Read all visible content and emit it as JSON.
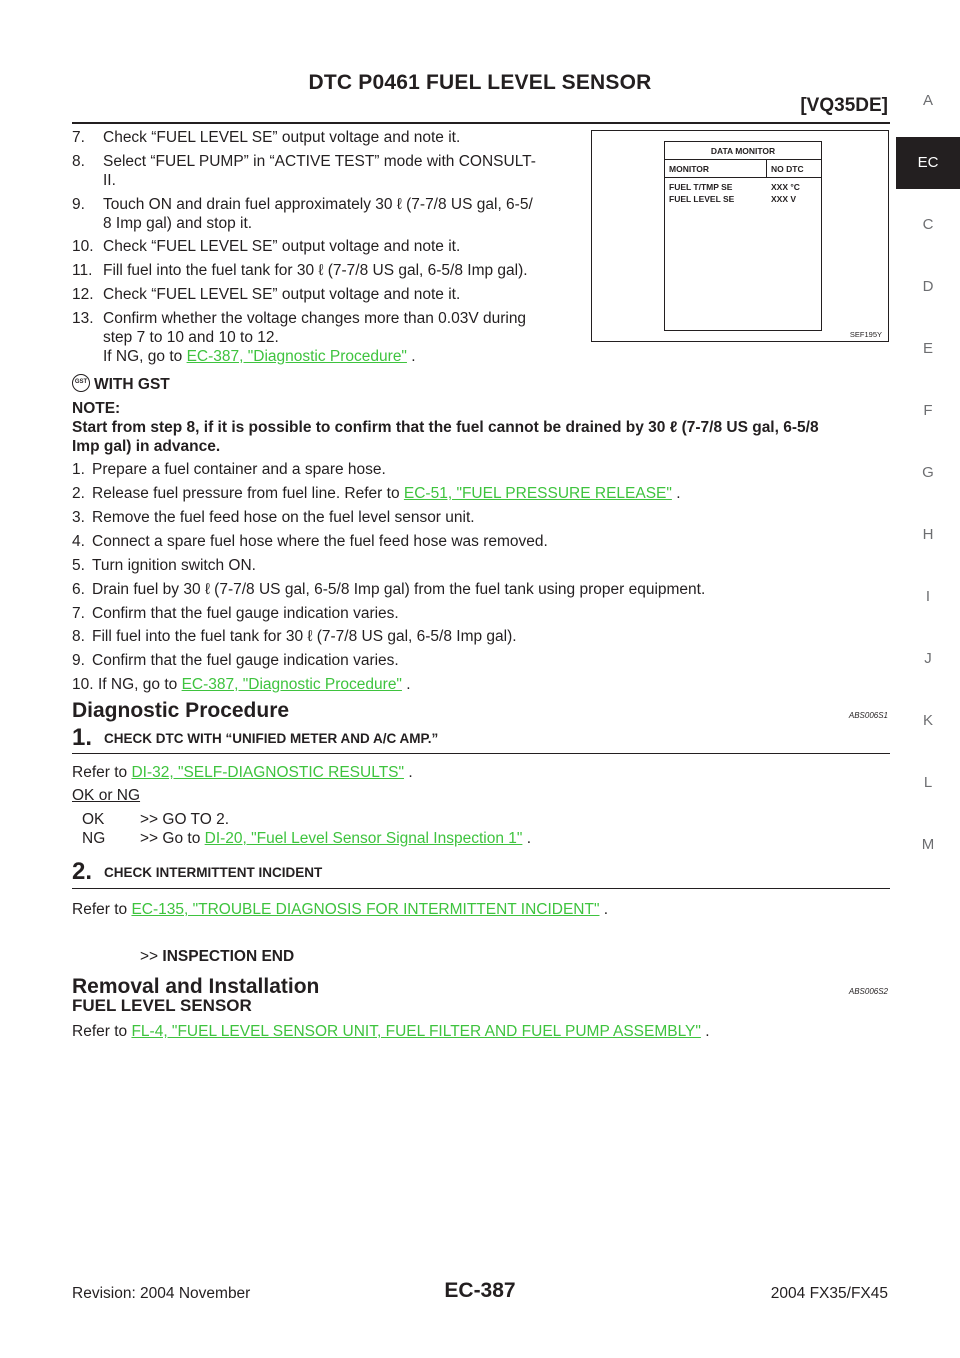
{
  "header": {
    "title": "DTC P0461 FUEL LEVEL SENSOR",
    "engine": "[VQ35DE]"
  },
  "tabs": [
    "A",
    "EC",
    "C",
    "D",
    "E",
    "F",
    "G",
    "H",
    "I",
    "J",
    "K",
    "L",
    "M"
  ],
  "consult": {
    "steps": [
      {
        "n": "7.",
        "lines": [
          "Check “FUEL LEVEL SE” output voltage and note it."
        ]
      },
      {
        "n": "8.",
        "lines": [
          "Select “FUEL PUMP” in “ACTIVE TEST” mode with CONSULT-",
          "II."
        ]
      },
      {
        "n": "9.",
        "lines": [
          "Touch ON and drain fuel approximately 30 ℓ (7-7/8 US gal, 6-5/",
          "8 Imp gal) and stop it."
        ]
      },
      {
        "n": "10.",
        "lines": [
          "Check “FUEL LEVEL SE” output voltage and note it."
        ]
      },
      {
        "n": "11.",
        "lines": [
          "Fill fuel into the fuel tank for 30 ℓ (7-7/8 US gal, 6-5/8 Imp gal)."
        ]
      },
      {
        "n": "12.",
        "lines": [
          "Check “FUEL LEVEL SE” output voltage and note it."
        ]
      },
      {
        "n": "13.",
        "lines": [
          "Confirm whether the voltage changes more than 0.03V during",
          "step 7 to 10 and 10 to 12."
        ]
      }
    ],
    "ng_prefix": "If NG, go to",
    "ng_link": "EC-387, \"Diagnostic Procedure\"",
    "ng_suffix": "."
  },
  "figure": {
    "title": "DATA MONITOR",
    "col1": "MONITOR",
    "col2": "NO DTC",
    "rows": [
      {
        "label": "FUEL T/TMP SE",
        "value": "XXX °C"
      },
      {
        "label": "FUEL LEVEL SE",
        "value": "XXX V"
      }
    ],
    "id": "SEF195Y"
  },
  "gst": {
    "icon": "GST",
    "heading": "WITH GST",
    "note_label": "NOTE:",
    "note_line1": "Start from step 8, if it is possible to confirm that the fuel cannot be drained by 30 ℓ (7-7/8 US gal, 6-5/8",
    "note_line2": "Imp gal) in advance.",
    "steps": [
      {
        "n": "1.",
        "text": "Prepare a fuel container and a spare hose."
      },
      {
        "n": "2.",
        "text": "Release fuel pressure from fuel line. Refer to",
        "link": "EC-51, \"FUEL PRESSURE RELEASE\"",
        "suffix": "."
      },
      {
        "n": "3.",
        "text": "Remove the fuel feed hose on the fuel level sensor unit."
      },
      {
        "n": "4.",
        "text": "Connect a spare fuel hose where the fuel feed hose was removed."
      },
      {
        "n": "5.",
        "text": "Turn ignition switch ON."
      },
      {
        "n": "6.",
        "text": "Drain fuel by 30 ℓ (7-7/8 US gal, 6-5/8 Imp gal) from the fuel tank using proper equipment."
      },
      {
        "n": "7.",
        "text": "Confirm that the fuel gauge indication varies."
      },
      {
        "n": "8.",
        "text": "Fill fuel into the fuel tank for 30 ℓ (7-7/8 US gal, 6-5/8 Imp gal)."
      },
      {
        "n": "9.",
        "text": "Confirm that the fuel gauge indication varies."
      },
      {
        "n": "10.",
        "text": "If NG, go to",
        "link": "EC-387, \"Diagnostic Procedure\"",
        "suffix": "."
      }
    ]
  },
  "diag": {
    "title": "Diagnostic Procedure",
    "code": "ABS006S1",
    "step1": {
      "num": "1.",
      "title": "CHECK DTC WITH “UNIFIED METER AND A/C AMP.”",
      "refer": "Refer to",
      "link": "DI-32, \"SELF-DIAGNOSTIC RESULTS\"",
      "suffix": ".",
      "okng": "OK or NG",
      "ok_label": "OK",
      "ok_text": ">> GO TO 2.",
      "ng_label": "NG",
      "ng_text": ">> Go to",
      "ng_link": "DI-20, \"Fuel Level Sensor Signal Inspection 1\"",
      "ng_suffix": "."
    },
    "step2": {
      "num": "2.",
      "title": "CHECK INTERMITTENT INCIDENT",
      "refer": "Refer to",
      "link": "EC-135, \"TROUBLE DIAGNOSIS FOR INTERMITTENT INCIDENT\"",
      "suffix": ".",
      "end_prefix": ">>",
      "end_text": "INSPECTION END"
    }
  },
  "removal": {
    "title": "Removal and Installation",
    "code": "ABS006S2",
    "subtitle": "FUEL LEVEL SENSOR",
    "refer": "Refer to",
    "link": "FL-4, \"FUEL LEVEL SENSOR UNIT, FUEL FILTER AND FUEL PUMP ASSEMBLY\"",
    "suffix": "."
  },
  "footer": {
    "revision": "Revision: 2004 November",
    "page": "EC-387",
    "model": "2004 FX35/FX45"
  }
}
